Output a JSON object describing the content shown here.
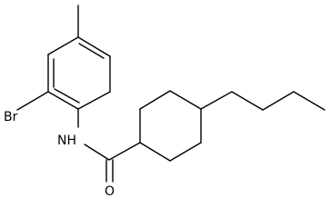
{
  "molecule": {
    "atom_labels": {
      "bromine": "Br",
      "amide_nitrogen": "NH",
      "carbonyl_oxygen": "O"
    },
    "colors": {
      "bond": "#000000",
      "text": "#000000",
      "background": "#ffffff"
    }
  }
}
